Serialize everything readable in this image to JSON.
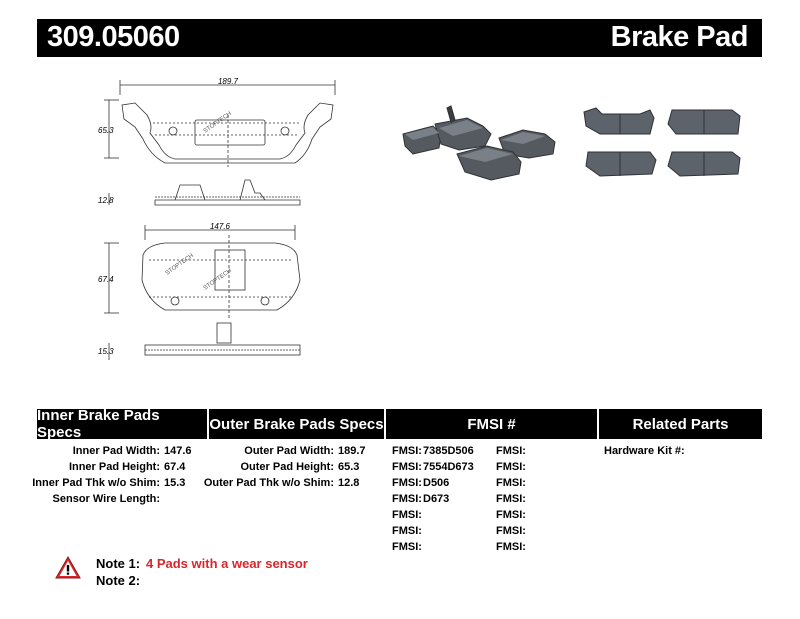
{
  "header": {
    "part_number": "309.05060",
    "title": "Brake Pad"
  },
  "drawing": {
    "outer_width": "189.7",
    "outer_height": "65.3",
    "outer_thk": "12.8",
    "inner_width": "147.6",
    "inner_height": "67.4",
    "inner_thk": "15.3",
    "brand_text": "STOPTECH"
  },
  "sections": {
    "inner": {
      "title": "Inner Brake Pads Specs",
      "rows": [
        {
          "label": "Inner Pad Width:",
          "value": "147.6"
        },
        {
          "label": "Inner Pad Height:",
          "value": "67.4"
        },
        {
          "label": "Inner Pad Thk w/o Shim:",
          "value": "15.3"
        },
        {
          "label": "Sensor Wire Length:",
          "value": ""
        }
      ]
    },
    "outer": {
      "title": "Outer Brake Pads Specs",
      "rows": [
        {
          "label": "Outer Pad Width:",
          "value": "189.7"
        },
        {
          "label": "Outer Pad Height:",
          "value": "65.3"
        },
        {
          "label": "Outer Pad Thk w/o Shim:",
          "value": "12.8"
        }
      ]
    },
    "fmsi": {
      "title": "FMSI #",
      "col1": [
        {
          "label": "FMSI:",
          "value": "7385D506"
        },
        {
          "label": "FMSI:",
          "value": "7554D673"
        },
        {
          "label": "FMSI:",
          "value": "D506"
        },
        {
          "label": "FMSI:",
          "value": "D673"
        },
        {
          "label": "FMSI:",
          "value": ""
        },
        {
          "label": "FMSI:",
          "value": ""
        },
        {
          "label": "FMSI:",
          "value": ""
        }
      ],
      "col2": [
        {
          "label": "FMSI:",
          "value": ""
        },
        {
          "label": "FMSI:",
          "value": ""
        },
        {
          "label": "FMSI:",
          "value": ""
        },
        {
          "label": "FMSI:",
          "value": ""
        },
        {
          "label": "FMSI:",
          "value": ""
        },
        {
          "label": "FMSI:",
          "value": ""
        },
        {
          "label": "FMSI:",
          "value": ""
        }
      ]
    },
    "related": {
      "title": "Related Parts",
      "rows": [
        {
          "label": "Hardware Kit #:",
          "value": ""
        }
      ]
    }
  },
  "notes": [
    {
      "label": "Note 1:",
      "value": "4 Pads with a wear sensor"
    },
    {
      "label": "Note 2:",
      "value": ""
    }
  ],
  "colors": {
    "accent_red": "#d9262a",
    "header_bg": "#000000"
  },
  "icons": {
    "warning": "warning-triangle-icon"
  }
}
